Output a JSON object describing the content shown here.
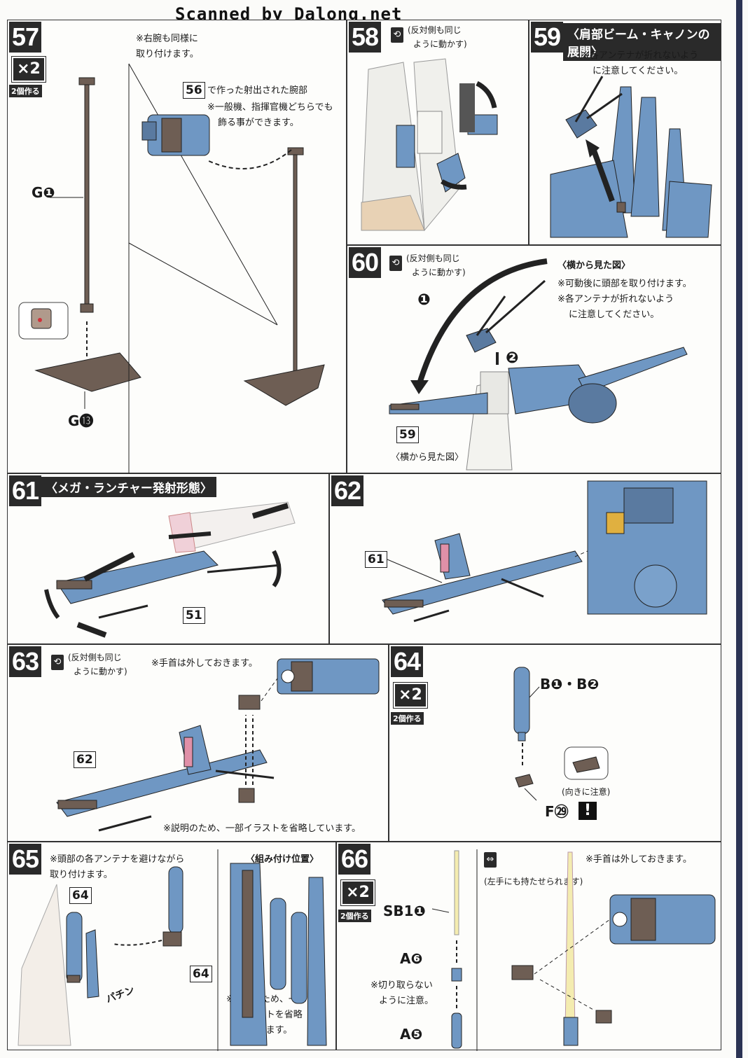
{
  "header": {
    "scanner_credit": "Scanned by Dalong.net"
  },
  "steps": {
    "s57": {
      "num": "57",
      "mult": "×2",
      "make": "2個作る",
      "note1": "※右腕も同様に",
      "note2": "取り付けます。",
      "ref": "56",
      "ref_text": "で作った射出された腕部",
      "note3": "※一般機、指揮官機どちらでも",
      "note4": "飾る事ができます。",
      "part_a": "G❶",
      "part_b": "G⓭"
    },
    "s58": {
      "num": "58",
      "move1": "(反対側も同じ",
      "move2": "ように動かす)"
    },
    "s59": {
      "num": "59",
      "title": "〈肩部ビーム・キャノンの展開〉",
      "note1": "※各アンテナが折れないよう",
      "note2": "に注意してください。"
    },
    "s60": {
      "num": "60",
      "move1": "(反対側も同じ",
      "move2": "ように動かす)",
      "view": "〈横から見た図〉",
      "note1": "※可動後に頭部を取り付けます。",
      "note2": "※各アンテナが折れないよう",
      "note3": "に注意してください。",
      "ref": "59",
      "ref_view": "〈横から見た図〉",
      "arrow1": "❶",
      "arrow2": "❷"
    },
    "s61": {
      "num": "61",
      "title": "〈メガ・ランチャー発射形態〉",
      "ref": "51"
    },
    "s62": {
      "num": "62",
      "ref": "61"
    },
    "s63": {
      "num": "63",
      "move1": "(反対側も同じ",
      "move2": "ように動かす)",
      "note1": "※手首は外しておきます。",
      "ref": "62",
      "note2": "※説明のため、一部イラストを省略しています。"
    },
    "s64": {
      "num": "64",
      "mult": "×2",
      "make": "2個作る",
      "part_a": "B❶・B❷",
      "part_b": "F㉙",
      "direction": "(向きに注意)",
      "warn": "!"
    },
    "s65": {
      "num": "65",
      "note1": "※頭部の各アンテナを避けながら",
      "note2": "取り付けます。",
      "ref_a": "64",
      "ref_b": "64",
      "sound": "パチン",
      "position": "〈組み付け位置〉",
      "note3": "※説明のため、一部",
      "note4": "イラストを省略",
      "note5": "しています。"
    },
    "s66": {
      "num": "66",
      "mult": "×2",
      "make": "2個作る",
      "part_a": "SB1❶",
      "part_b": "A❻",
      "part_c": "A❺",
      "note1": "※切り取らない",
      "note2": "ように注意。",
      "left_hand": "(左手にも持たせられます)",
      "note3": "※手首は外しておきます。"
    }
  },
  "colors": {
    "part_blue": "#6f97c3",
    "part_brown": "#6e5e54",
    "accent_red": "#d0303a",
    "ink": "#2a2a2a"
  }
}
